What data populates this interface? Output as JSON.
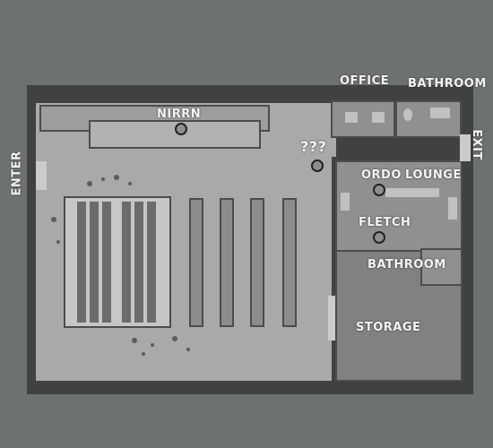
{
  "labels": {
    "enter": "ENTER",
    "exit": "EXIT",
    "office": "OFFICE",
    "bathroom_top": "BATHROOM",
    "nirrn": "NIRRN",
    "unknown": "???",
    "ordo": "ORDO",
    "lounge": "LOUNGE",
    "fletch": "FLETCH",
    "bathroom_lower": "BATHROOM",
    "storage": "STORAGE"
  },
  "colors": {
    "background": "#6e726f",
    "wall": "#3f4240",
    "floor_main": "#a7aaa7",
    "floor_room": "#8e918e",
    "label": "#f4f4f2",
    "marker": "#222222"
  }
}
